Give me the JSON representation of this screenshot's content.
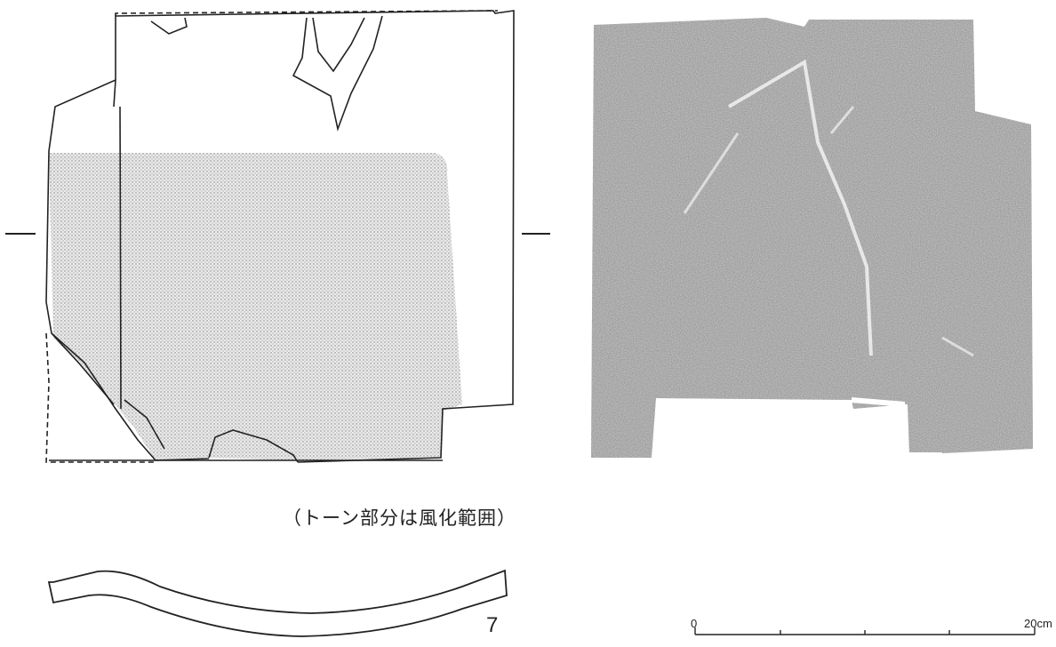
{
  "caption": "（トーン部分は風化範囲）",
  "figure_number": "7",
  "scale": {
    "start_label": "0",
    "end_label": "20cm"
  },
  "colors": {
    "line": "#222222",
    "weathered_tone": "#d9d9d9",
    "rubbing": "#8a8a8a"
  }
}
